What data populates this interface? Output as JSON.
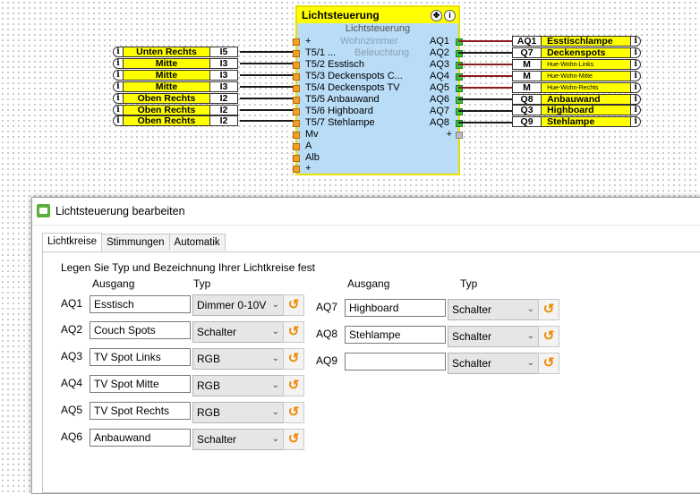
{
  "inputs": [
    {
      "name": "Unten Rechts",
      "port": "I5"
    },
    {
      "name": "Mitte",
      "port": "I3"
    },
    {
      "name": "Mitte",
      "port": "I3"
    },
    {
      "name": "Mitte",
      "port": "I3"
    },
    {
      "name": "Oben Rechts",
      "port": "I2"
    },
    {
      "name": "Oben Rechts",
      "port": "I2"
    },
    {
      "name": "Oben Rechts",
      "port": "I2"
    }
  ],
  "block": {
    "title": "Lichtsteuerung",
    "subtitle": "Lichtsteuerung",
    "left": [
      "+",
      "T5/1 ...",
      "T5/2 Esstisch",
      "T5/3 Deckenspots C...",
      "T5/4 Deckenspots TV",
      "T5/5 Anbauwand",
      "T5/6 Highboard",
      "T5/7 Stehlampe",
      "Mv",
      "A",
      "Alb",
      "+"
    ],
    "ghost_row0": "Wohnzimmer",
    "ghost_row1": "Beleuchtung",
    "right": [
      "AQ1",
      "AQ2",
      "AQ3",
      "AQ4",
      "AQ5",
      "AQ6",
      "AQ7",
      "AQ8",
      "+"
    ]
  },
  "outputs": [
    {
      "port": "AQ1",
      "name": "Esstischlampe",
      "small": false
    },
    {
      "port": "Q7",
      "name": "Deckenspots",
      "small": false
    },
    {
      "port": "M",
      "name": "Hue-Wohn-Links",
      "small": true
    },
    {
      "port": "M",
      "name": "Hue-Wohn-Mitte",
      "small": true
    },
    {
      "port": "M",
      "name": "Hue-Wohn-Rechts",
      "small": true
    },
    {
      "port": "Q8",
      "name": "Anbauwand",
      "small": false
    },
    {
      "port": "Q3",
      "name": "Highboard",
      "small": false
    },
    {
      "port": "Q9",
      "name": "Stehlampe",
      "small": false
    }
  ],
  "dialog": {
    "title": "Lichtsteuerung bearbeiten",
    "tabs": [
      "Lichtkreise",
      "Stimmungen",
      "Automatik"
    ],
    "hint": "Legen Sie Typ und Bezeichnung Ihrer Lichtkreise fest",
    "col_ausgang": "Ausgang",
    "col_typ": "Typ",
    "left_rows": [
      {
        "label": "AQ1",
        "value": "Esstisch",
        "type": "Dimmer 0-10V"
      },
      {
        "label": "AQ2",
        "value": "Couch Spots",
        "type": "Schalter"
      },
      {
        "label": "AQ3",
        "value": "TV Spot Links",
        "type": "RGB"
      },
      {
        "label": "AQ4",
        "value": "TV Spot Mitte",
        "type": "RGB"
      },
      {
        "label": "AQ5",
        "value": "TV Spot Rechts",
        "type": "RGB"
      },
      {
        "label": "AQ6",
        "value": "Anbauwand",
        "type": "Schalter"
      }
    ],
    "right_rows": [
      {
        "label": "AQ7",
        "value": "Highboard",
        "type": "Schalter"
      },
      {
        "label": "AQ8",
        "value": "Stehlampe",
        "type": "Schalter"
      },
      {
        "label": "AQ9",
        "value": "",
        "type": "Schalter"
      }
    ],
    "reset_glyph": "↺",
    "dropdown_glyph": "⌄"
  },
  "icons": {
    "info": "i",
    "move": "✥"
  }
}
